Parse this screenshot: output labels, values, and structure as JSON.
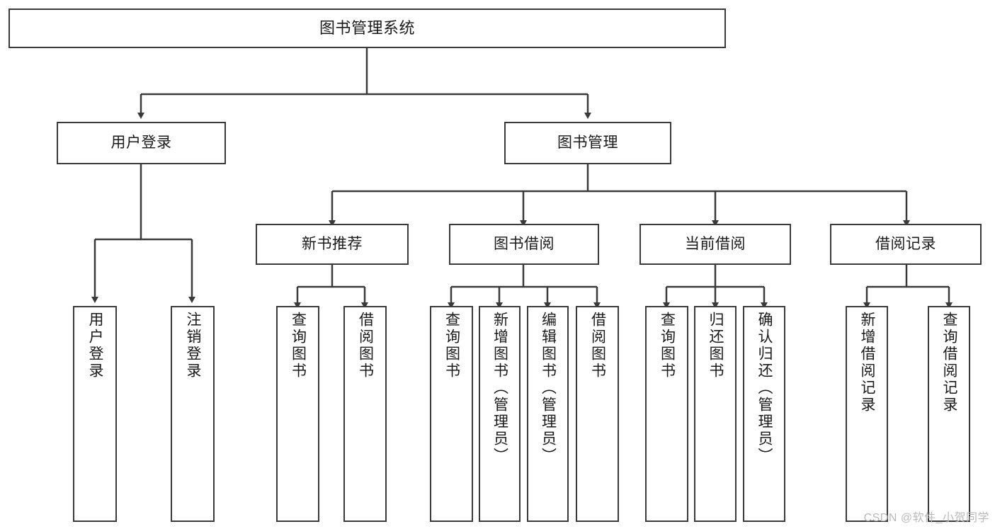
{
  "diagram": {
    "title": "图书管理系统",
    "type": "tree-hierarchy",
    "orientation": "top-down",
    "style": {
      "box_border_color": "#3a3a3a",
      "box_fill_color": "#ffffff",
      "edge_color": "#3a3a3a",
      "text_color": "#1a1a1a",
      "background": "#ffffff"
    }
  },
  "nodes": {
    "root": {
      "label": "图书管理系统",
      "level": 0
    },
    "level1": [
      {
        "id": "user-login",
        "label": "用户登录"
      },
      {
        "id": "book-manage",
        "label": "图书管理"
      }
    ],
    "level2": [
      {
        "id": "new-book-rec",
        "label": "新书推荐",
        "parent": "book-manage"
      },
      {
        "id": "book-borrow",
        "label": "图书借阅",
        "parent": "book-manage"
      },
      {
        "id": "current-borrow",
        "label": "当前借阅",
        "parent": "book-manage"
      },
      {
        "id": "borrow-record",
        "label": "借阅记录",
        "parent": "book-manage"
      }
    ],
    "leaves": [
      {
        "id": "leaf-user-login",
        "label": "用户登录",
        "parent": "user-login"
      },
      {
        "id": "leaf-logout",
        "label": "注销登录",
        "parent": "user-login"
      },
      {
        "id": "leaf-query-book-1",
        "label": "查询图书",
        "parent": "new-book-rec"
      },
      {
        "id": "leaf-borrow-book-1",
        "label": "借阅图书",
        "parent": "new-book-rec"
      },
      {
        "id": "leaf-query-book-2",
        "label": "查询图书",
        "parent": "book-borrow"
      },
      {
        "id": "leaf-add-book",
        "label": "新增图书（管理员）",
        "parent": "book-borrow"
      },
      {
        "id": "leaf-edit-book",
        "label": "编辑图书（管理员）",
        "parent": "book-borrow"
      },
      {
        "id": "leaf-borrow-book-2",
        "label": "借阅图书",
        "parent": "book-borrow"
      },
      {
        "id": "leaf-query-book-3",
        "label": "查询图书",
        "parent": "current-borrow"
      },
      {
        "id": "leaf-return-book",
        "label": "归还图书",
        "parent": "current-borrow"
      },
      {
        "id": "leaf-confirm-return",
        "label": "确认归还（管理员）",
        "parent": "current-borrow"
      },
      {
        "id": "leaf-add-record",
        "label": "新增借阅记录",
        "parent": "borrow-record"
      },
      {
        "id": "leaf-query-record",
        "label": "查询借阅记录",
        "parent": "borrow-record"
      }
    ]
  },
  "watermark": {
    "text": "CSDN @软件_小贺同学"
  }
}
